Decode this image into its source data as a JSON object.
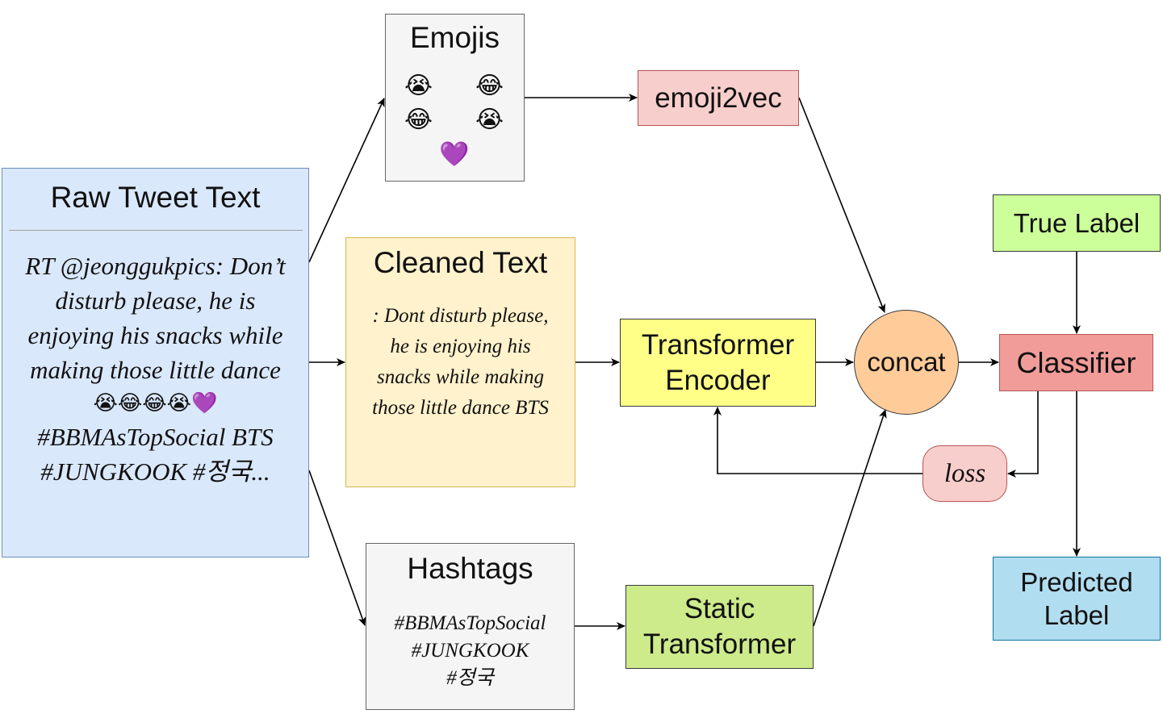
{
  "raw_tweet": {
    "title": "Raw Tweet Text",
    "line1": "RT @jeonggukpics: Don’t",
    "line2": "disturb please, he is",
    "line3": "enjoying his snacks while",
    "line4": "making those little dance",
    "emojis": "😭😂😂😭💜",
    "line5": "#BBMAsTopSocial BTS",
    "line6": "#JUNGKOOK #정국..."
  },
  "emojis_box": {
    "title": "Emojis",
    "e1": "😭",
    "e2": "😂",
    "e3": "😂",
    "e4": "😭",
    "e5": "💜"
  },
  "cleaned_text": {
    "title": "Cleaned Text",
    "line1": ": Dont disturb please,",
    "line2": "he is enjoying his",
    "line3": "snacks while making",
    "line4": "those little dance BTS"
  },
  "hashtags_box": {
    "title": "Hashtags",
    "line1": "#BBMAsTopSocial",
    "line2": "#JUNGKOOK",
    "line3": "#정국"
  },
  "emoji2vec": "emoji2vec",
  "transformer_encoder": {
    "line1": "Transformer",
    "line2": "Encoder"
  },
  "static_transformer": {
    "line1": "Static",
    "line2": "Transformer"
  },
  "concat": "concat",
  "loss": "loss",
  "true_label": "True Label",
  "classifier": "Classifier",
  "predicted_label": {
    "line1": "Predicted",
    "line2": "Label"
  },
  "colors": {
    "raw_fill": "#dae8fc",
    "cleaned_fill": "#fff2cc",
    "emoji2vec_fill": "#f8cecc",
    "transformer_encoder_fill": "#ffff88",
    "static_transformer_fill": "#cdeb8b",
    "concat_fill": "#ffcc99",
    "classifier_fill": "#f19c99",
    "true_label_fill": "#ccff99",
    "predicted_fill": "#b1ddf0"
  }
}
